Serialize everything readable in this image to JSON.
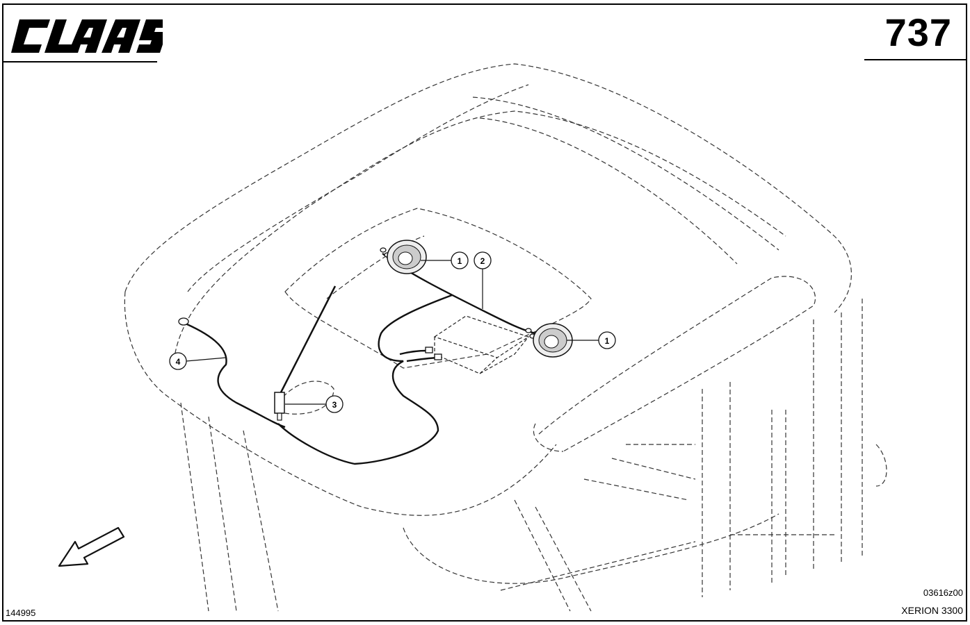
{
  "header": {
    "brand": "CLAAS",
    "page_number": "737"
  },
  "footer": {
    "drawing_id": "03616z00",
    "model": "XERION 3300",
    "image_number": "144995"
  },
  "callouts": [
    {
      "label": "1"
    },
    {
      "label": "2"
    },
    {
      "label": "1"
    },
    {
      "label": "3"
    },
    {
      "label": "4"
    }
  ]
}
